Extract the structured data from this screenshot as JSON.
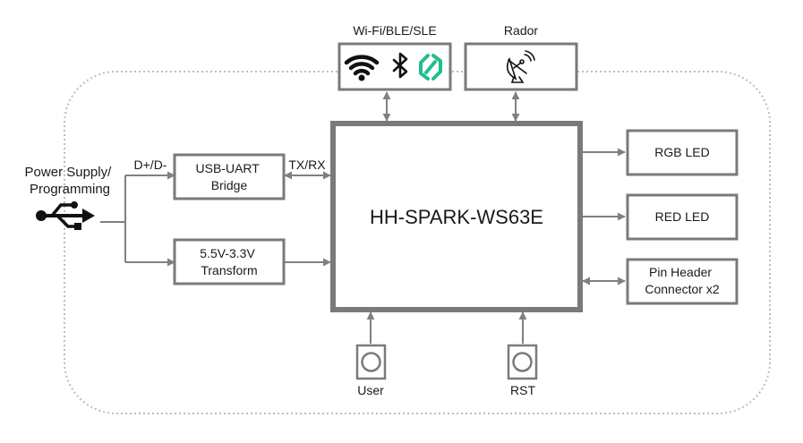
{
  "labels": {
    "wireless": "Wi-Fi/BLE/SLE",
    "radar": "Rador",
    "power": [
      "Power Supply/",
      "Programming"
    ],
    "dplus": "D+/D-",
    "txrx": "TX/RX",
    "usb_uart": [
      "USB-UART",
      "Bridge"
    ],
    "transform": [
      "5.5V-3.3V",
      "Transform"
    ],
    "mcu": "HH-SPARK-WS63E",
    "rgb_led": "RGB LED",
    "red_led": "RED LED",
    "pin_header": [
      "Pin Header",
      "Connector x2"
    ],
    "user": "User",
    "rst": "RST"
  },
  "colors": {
    "line": "#808080",
    "box_border": "#7a7a7a",
    "frame": "#bdbdbd",
    "sle_icon": "#1fbf8f",
    "icon_dark": "#111111"
  },
  "icons": [
    "wifi-icon",
    "bluetooth-icon",
    "sle-icon",
    "satellite-dish-icon",
    "usb-icon"
  ]
}
